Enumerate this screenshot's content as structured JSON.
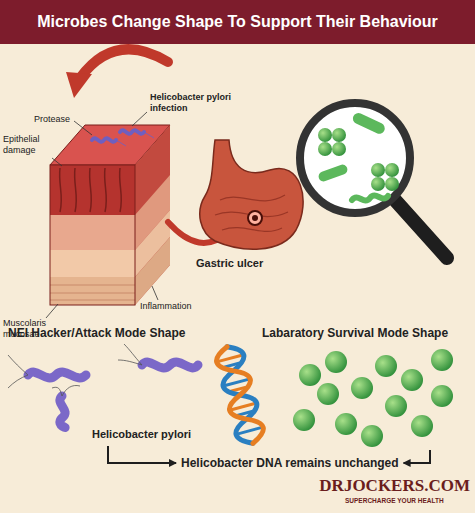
{
  "diagram": {
    "title": "Microbes Change Shape To Support Their Behaviour",
    "labels": [
      "Helicobacter pylori infection",
      "Protease",
      "Epithelial damage",
      "Gastric ulcer",
      "Muscolaris mucosae",
      "Inflammation",
      "NEI Hacker/Attack Mode Shape",
      "Labaratory Survival Mode Shape",
      "Helicobacter pylori",
      "Helicobacter DNA remains unchanged",
      "DRJOCKERS.COM",
      "SUPERCHARGE YOUR HEALTH"
    ]
  }
}
